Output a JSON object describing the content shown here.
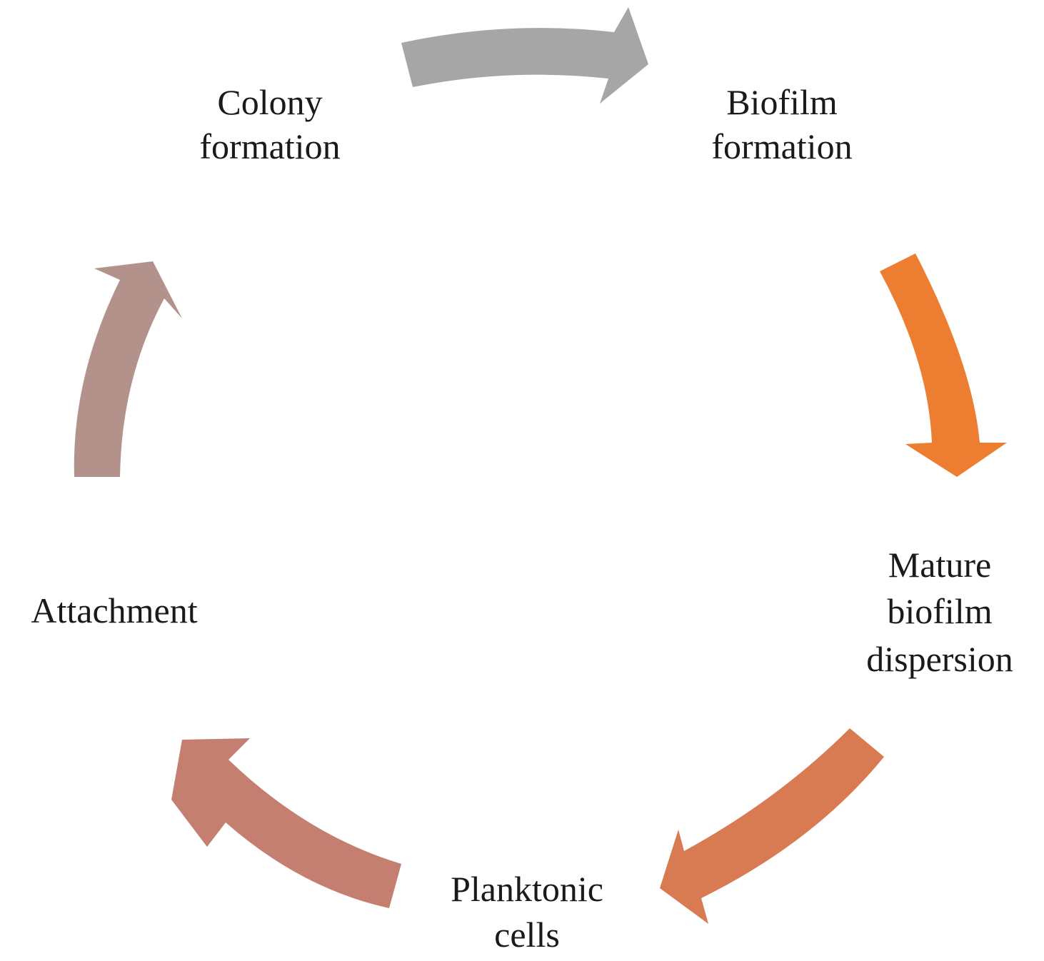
{
  "stages": [
    {
      "id": "colony",
      "lines": [
        "Colony",
        "formation"
      ]
    },
    {
      "id": "biofilm",
      "lines": [
        "Biofilm",
        "formation"
      ]
    },
    {
      "id": "mature",
      "lines": [
        "Mature",
        "biofilm",
        "dispersion"
      ]
    },
    {
      "id": "planktonic",
      "lines": [
        "Planktonic",
        "cells"
      ]
    },
    {
      "id": "attachment",
      "lines": [
        "Attachment"
      ]
    }
  ],
  "arrows": [
    {
      "from": "colony",
      "to": "biofilm",
      "color": "#a6a6a6"
    },
    {
      "from": "biofilm",
      "to": "mature",
      "color": "#ed7d31"
    },
    {
      "from": "mature",
      "to": "planktonic",
      "color": "#d87a52"
    },
    {
      "from": "planktonic",
      "to": "attachment",
      "color": "#c47f70"
    },
    {
      "from": "attachment",
      "to": "colony",
      "color": "#b4928c"
    }
  ]
}
